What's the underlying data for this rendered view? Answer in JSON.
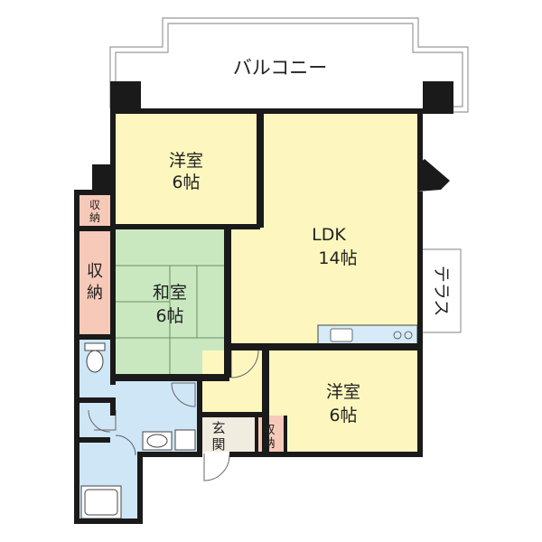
{
  "rooms": {
    "balcony": {
      "label": "バルコニー"
    },
    "western_room_1": {
      "line1": "洋室",
      "line2": "6帖"
    },
    "ldk": {
      "line1": "LDK",
      "line2": "14帖"
    },
    "terrace": {
      "label": "テラス"
    },
    "japanese_room": {
      "line1": "和室",
      "line2": "6帖"
    },
    "western_room_2": {
      "line1": "洋室",
      "line2": "6帖"
    },
    "storage_small_left": {
      "line1": "収",
      "line2": "納"
    },
    "storage_left": {
      "line1": "収",
      "line2": "納"
    },
    "storage_entrance": {
      "line1": "収",
      "line2": "納"
    },
    "entrance": {
      "line1": "玄",
      "line2": "関"
    }
  },
  "colors": {
    "wall": "#1a1a1a",
    "western_room": "#fdf7bf",
    "ldk": "#fdf7bf",
    "japanese_room": "#c9e8c0",
    "storage": "#f7c9b8",
    "wet_area": "#cfe6f7",
    "entrance": "#f1ece0",
    "kitchen_counter": "#d6ebf7",
    "outline": "#999999"
  }
}
